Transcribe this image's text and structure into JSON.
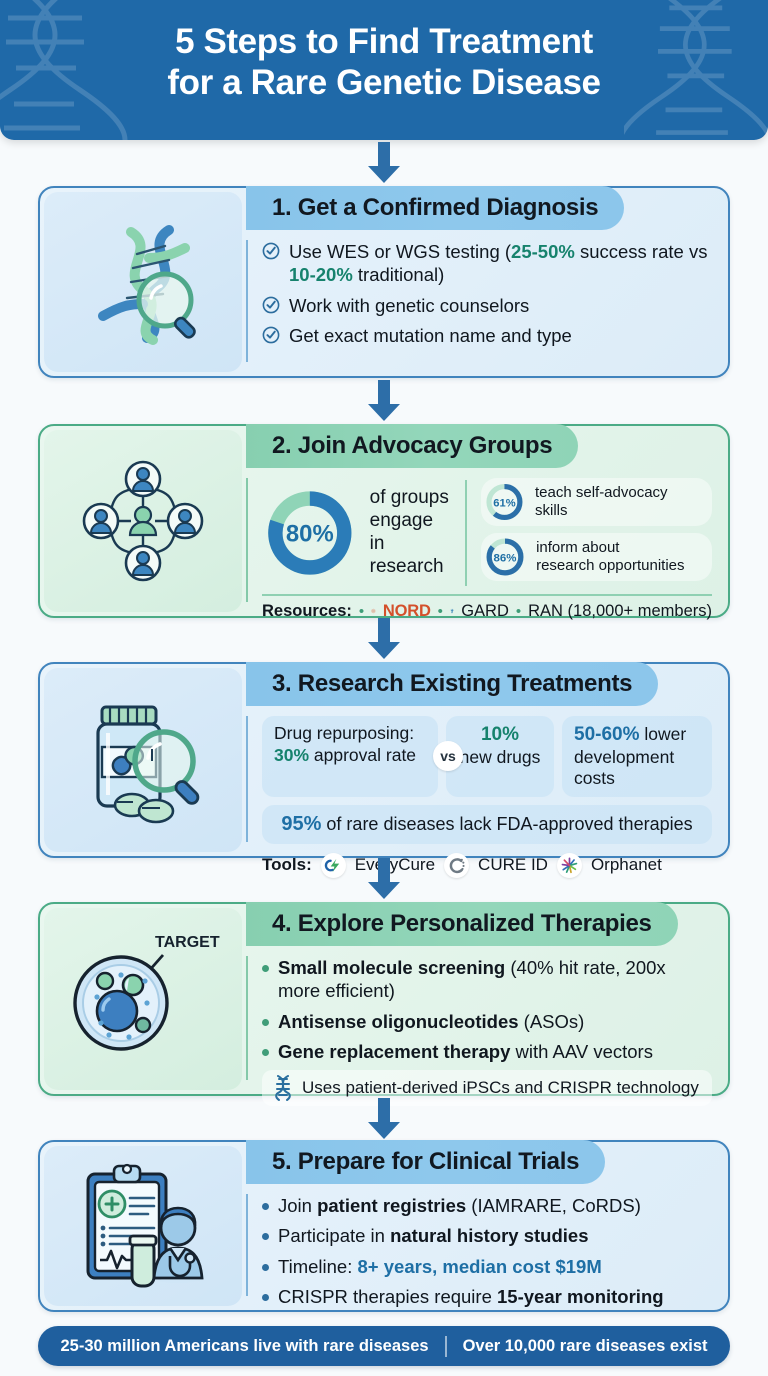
{
  "header": {
    "title_line1": "5 Steps to Find Treatment",
    "title_line2": "for a Rare Genetic Disease",
    "bg_color": "#1f69a8",
    "text_color": "#ffffff"
  },
  "colors": {
    "blue_accent": "#1e6fa5",
    "teal_accent": "#16826d",
    "green_card": "#4bab86",
    "blue_card": "#4184bd",
    "nord_orange": "#d4502b",
    "footer_blue": "#1f5f9e"
  },
  "steps": [
    {
      "number": "1.",
      "title": "1. Get a Confirmed Diagnosis",
      "theme": "blue",
      "icon": "dna-magnifier-icon",
      "bullets": [
        {
          "marker": "check",
          "parts": [
            {
              "t": "Use WES or WGS testing (",
              "s": "plain"
            },
            {
              "t": "25-50%",
              "s": "teal"
            },
            {
              "t": " success rate vs ",
              "s": "plain"
            },
            {
              "t": "10-20%",
              "s": "teal"
            },
            {
              "t": " traditional)",
              "s": "plain"
            }
          ]
        },
        {
          "marker": "check",
          "parts": [
            {
              "t": "Work with genetic counselors",
              "s": "plain"
            }
          ]
        },
        {
          "marker": "check",
          "parts": [
            {
              "t": "Get exact mutation name and type",
              "s": "plain"
            }
          ]
        }
      ]
    },
    {
      "number": "2.",
      "title": "2. Join Advocacy Groups",
      "theme": "green",
      "icon": "people-network-icon",
      "donut_main": {
        "value": 80,
        "label": "80%",
        "caption_line1": "of groups",
        "caption_line2": "engage in",
        "caption_line3": "research",
        "arc_color": "#2b7cb8",
        "track_color": "#8fd4b7"
      },
      "mini_stats": [
        {
          "value": 61,
          "label": "61%",
          "text_line1": "teach self-advocacy skills",
          "text_line2": ""
        },
        {
          "value": 86,
          "label": "86%",
          "text_line1": "inform about",
          "text_line2": "research opportunities"
        }
      ],
      "resources_label": "Resources:",
      "resources": [
        {
          "name": "NORD",
          "logo": "nord-sun-icon",
          "styled": true
        },
        {
          "name": "GARD",
          "logo": "gard-person-icon",
          "styled": false
        },
        {
          "name": "RAN (18,000+ members)",
          "logo": "",
          "styled": false
        }
      ]
    },
    {
      "number": "3.",
      "title": "3. Research Existing Treatments",
      "theme": "blue",
      "icon": "pill-bottle-magnifier-icon",
      "stat_boxes": [
        {
          "line1_pre": "Drug repurposing:",
          "line2_stat": "30%",
          "line2_post": " approval rate",
          "stat_color": "teal"
        },
        {
          "line1_stat": "10%",
          "line2_post": "new drugs",
          "stat_color": "teal"
        },
        {
          "line1_stat": "50-60%",
          "line1_post": " lower",
          "line2_post": "development costs",
          "stat_color": "blue"
        }
      ],
      "vs_label": "vs",
      "wide_stat_value": "95%",
      "wide_stat_text": " of rare diseases lack FDA-approved therapies",
      "tools_label": "Tools:",
      "tools": [
        {
          "name": "EveryCure",
          "logo": "everycure-icon"
        },
        {
          "name": "CURE ID",
          "logo": "cureid-icon"
        },
        {
          "name": "Orphanet",
          "logo": "orphanet-icon"
        }
      ]
    },
    {
      "number": "4.",
      "title": "4. Explore Personalized Therapies",
      "theme": "green",
      "icon": "cell-target-icon",
      "icon_label": "TARGET",
      "bullets": [
        {
          "marker": "dot",
          "parts": [
            {
              "t": "Small molecule screening",
              "s": "bold"
            },
            {
              "t": " (40% hit rate, 200x more efficient)",
              "s": "plain"
            }
          ]
        },
        {
          "marker": "dot",
          "parts": [
            {
              "t": "Antisense oligonucleotides",
              "s": "bold"
            },
            {
              "t": " (ASOs)",
              "s": "plain"
            }
          ]
        },
        {
          "marker": "dot",
          "parts": [
            {
              "t": "Gene replacement therapy",
              "s": "bold"
            },
            {
              "t": " with AAV vectors",
              "s": "plain"
            }
          ]
        }
      ],
      "note_icon": "dna-helix-icon",
      "note_text": "Uses patient-derived iPSCs and CRISPR technology"
    },
    {
      "number": "5.",
      "title": "5. Prepare for Clinical Trials",
      "theme": "blue",
      "icon": "clipboard-doctor-icon",
      "bullets": [
        {
          "marker": "dot",
          "parts": [
            {
              "t": "Join ",
              "s": "plain"
            },
            {
              "t": "patient registries",
              "s": "bold"
            },
            {
              "t": " (IAMRARE, CoRDS)",
              "s": "plain"
            }
          ]
        },
        {
          "marker": "dot",
          "parts": [
            {
              "t": "Participate in ",
              "s": "plain"
            },
            {
              "t": "natural history studies",
              "s": "bold"
            }
          ]
        },
        {
          "marker": "dot",
          "parts": [
            {
              "t": "Timeline: ",
              "s": "plain"
            },
            {
              "t": "8+ years, median cost $19M",
              "s": "blue"
            }
          ]
        },
        {
          "marker": "dot",
          "parts": [
            {
              "t": "CRISPR therapies require ",
              "s": "plain"
            },
            {
              "t": "15-year monitoring",
              "s": "bold"
            }
          ]
        }
      ]
    }
  ],
  "footer": {
    "left_text": "25-30 million Americans live with rare diseases",
    "right_text": "Over 10,000 rare diseases exist"
  }
}
